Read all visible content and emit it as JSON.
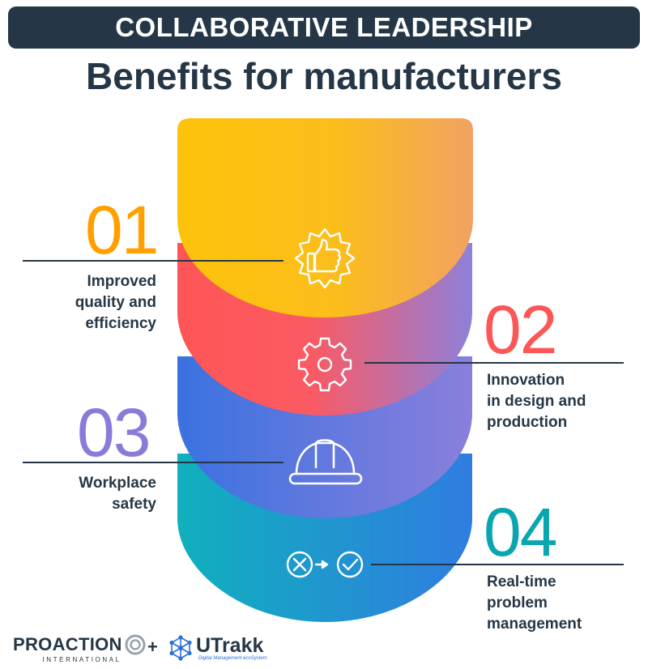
{
  "header": {
    "banner": "COLLABORATIVE LEADERSHIP",
    "title": "Benefits for manufacturers"
  },
  "items": [
    {
      "number": "01",
      "lines": [
        "Improved",
        "quality and",
        "efficiency"
      ],
      "icon": "thumbs-up-badge-icon",
      "color": "#ffa000"
    },
    {
      "number": "02",
      "lines": [
        "Innovation",
        "in design and",
        "production"
      ],
      "icon": "gear-icon",
      "color": "#fd5656"
    },
    {
      "number": "03",
      "lines": [
        "Workplace",
        "safety"
      ],
      "icon": "hard-hat-icon",
      "color": "#8b7bd8"
    },
    {
      "number": "04",
      "lines": [
        "Real-time",
        "problem",
        "management"
      ],
      "icon": "problem-to-solved-icon",
      "color": "#0aa6b0"
    }
  ],
  "footer": {
    "proaction": "PROACTION",
    "proaction_sub": "INTERNATIONAL",
    "plus": "+",
    "utrakk": "UTrakk",
    "utrakk_sub": "Digital Management ecoSystem"
  },
  "colors": {
    "navy": "#253746",
    "yellow": "#ffc107",
    "orange": "#f2a35a",
    "red": "#fe5a5a",
    "blue": "#3c74de",
    "purple": "#7c7fdc",
    "teal": "#10b0bd"
  }
}
